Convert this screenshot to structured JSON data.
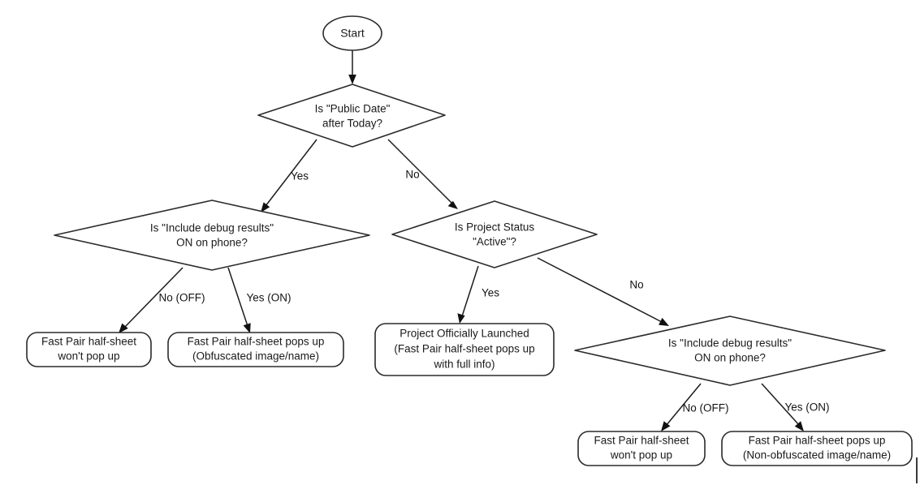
{
  "diagram": {
    "title": "Fast Pair half-sheet visibility decision flow",
    "type": "flowchart",
    "background_color": "#ffffff",
    "line_color": "#1c1c1c",
    "text_color": "#1a1a1a"
  },
  "nodes": {
    "start": {
      "shape": "ellipse",
      "label": "Start"
    },
    "decision_public_date": {
      "shape": "diamond",
      "line1": "Is \"Public Date\"",
      "line2": "after Today?"
    },
    "decision_debug_left": {
      "shape": "diamond",
      "line1": "Is \"Include debug results\"",
      "line2": "ON on phone?"
    },
    "decision_project_status": {
      "shape": "diamond",
      "line1": "Is Project Status",
      "line2": "\"Active\"?"
    },
    "decision_debug_right": {
      "shape": "diamond",
      "line1": "Is \"Include debug results\"",
      "line2": "ON on phone?"
    },
    "outcome_left_off": {
      "shape": "rounded-rect",
      "line1": "Fast Pair half-sheet",
      "line2": "won't pop up"
    },
    "outcome_left_on": {
      "shape": "rounded-rect",
      "line1": "Fast Pair half-sheet pops up",
      "line2": "(Obfuscated image/name)"
    },
    "outcome_launched": {
      "shape": "rounded-rect",
      "line1": "Project Officially Launched",
      "line2": "(Fast Pair half-sheet pops up",
      "line3": "with full info)"
    },
    "outcome_right_off": {
      "shape": "rounded-rect",
      "line1": "Fast Pair half-sheet",
      "line2": "won't pop up"
    },
    "outcome_right_on": {
      "shape": "rounded-rect",
      "line1": "Fast Pair half-sheet pops up",
      "line2": "(Non-obfuscated image/name)"
    }
  },
  "edge_labels": {
    "public_date_yes": "Yes",
    "public_date_no": "No",
    "debug_left_no": "No (OFF)",
    "debug_left_yes": "Yes (ON)",
    "project_status_yes": "Yes",
    "project_status_no": "No",
    "debug_right_no": "No (OFF)",
    "debug_right_yes": "Yes (ON)"
  }
}
